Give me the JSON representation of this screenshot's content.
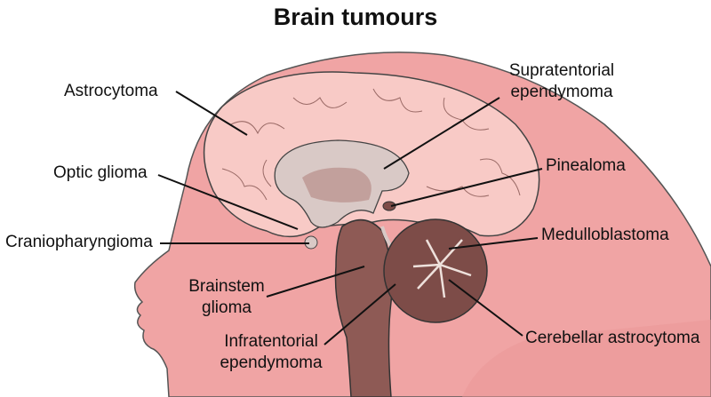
{
  "title": "Brain tumours",
  "labels": {
    "astrocytoma": "Astrocytoma",
    "supratentorial_1": "Supratentorial",
    "supratentorial_2": "ependymoma",
    "optic_glioma": "Optic glioma",
    "pinealoma": "Pinealoma",
    "craniopharyngioma": "Craniopharyngioma",
    "medulloblastoma": "Medulloblastoma",
    "brainstem_1": "Brainstem",
    "brainstem_2": "glioma",
    "infratentorial_1": "Infratentorial",
    "infratentorial_2": "ependymoma",
    "cerebellar": "Cerebellar astrocytoma"
  },
  "colors": {
    "head": "#f0a4a4",
    "brain": "#f8cac6",
    "ventricle": "#d9c9c6",
    "brainstem": "#8e5a55",
    "cerebellum": "#7d4c48"
  }
}
